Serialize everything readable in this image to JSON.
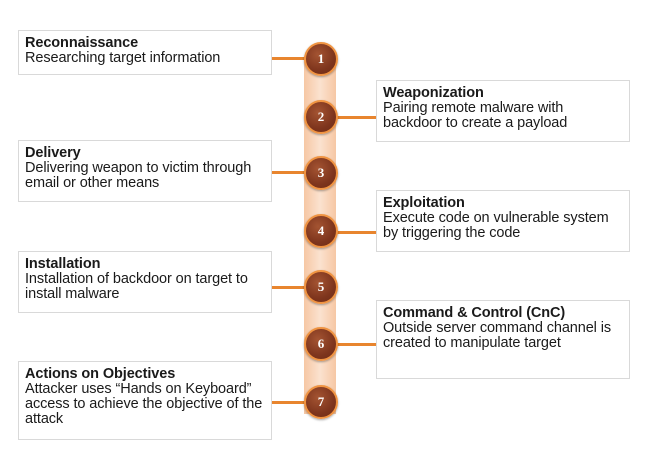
{
  "colors": {
    "spine": "#fbe2cf",
    "connector": "#e8852e",
    "circle_fill": "#7e351d",
    "circle_border": "#f09442",
    "box_border": "#d9d9d9"
  },
  "stages": [
    {
      "number": "1",
      "title": "Reconnaissance",
      "desc": "Researching target information"
    },
    {
      "number": "2",
      "title": "Weaponization",
      "desc": "Pairing remote malware with backdoor to create a payload"
    },
    {
      "number": "3",
      "title": "Delivery",
      "desc": "Delivering weapon to victim through email or other means"
    },
    {
      "number": "4",
      "title": "Exploitation",
      "desc": "Execute code on vulnerable system by triggering the code"
    },
    {
      "number": "5",
      "title": "Installation",
      "desc": "Installation of backdoor on target to install malware"
    },
    {
      "number": "6",
      "title": "Command & Control (CnC)",
      "desc": "Outside server command channel is created to manipulate target"
    },
    {
      "number": "7",
      "title": "Actions on Objectives",
      "desc": "Attacker uses “Hands on Keyboard” access to achieve the objective of the attack"
    }
  ]
}
